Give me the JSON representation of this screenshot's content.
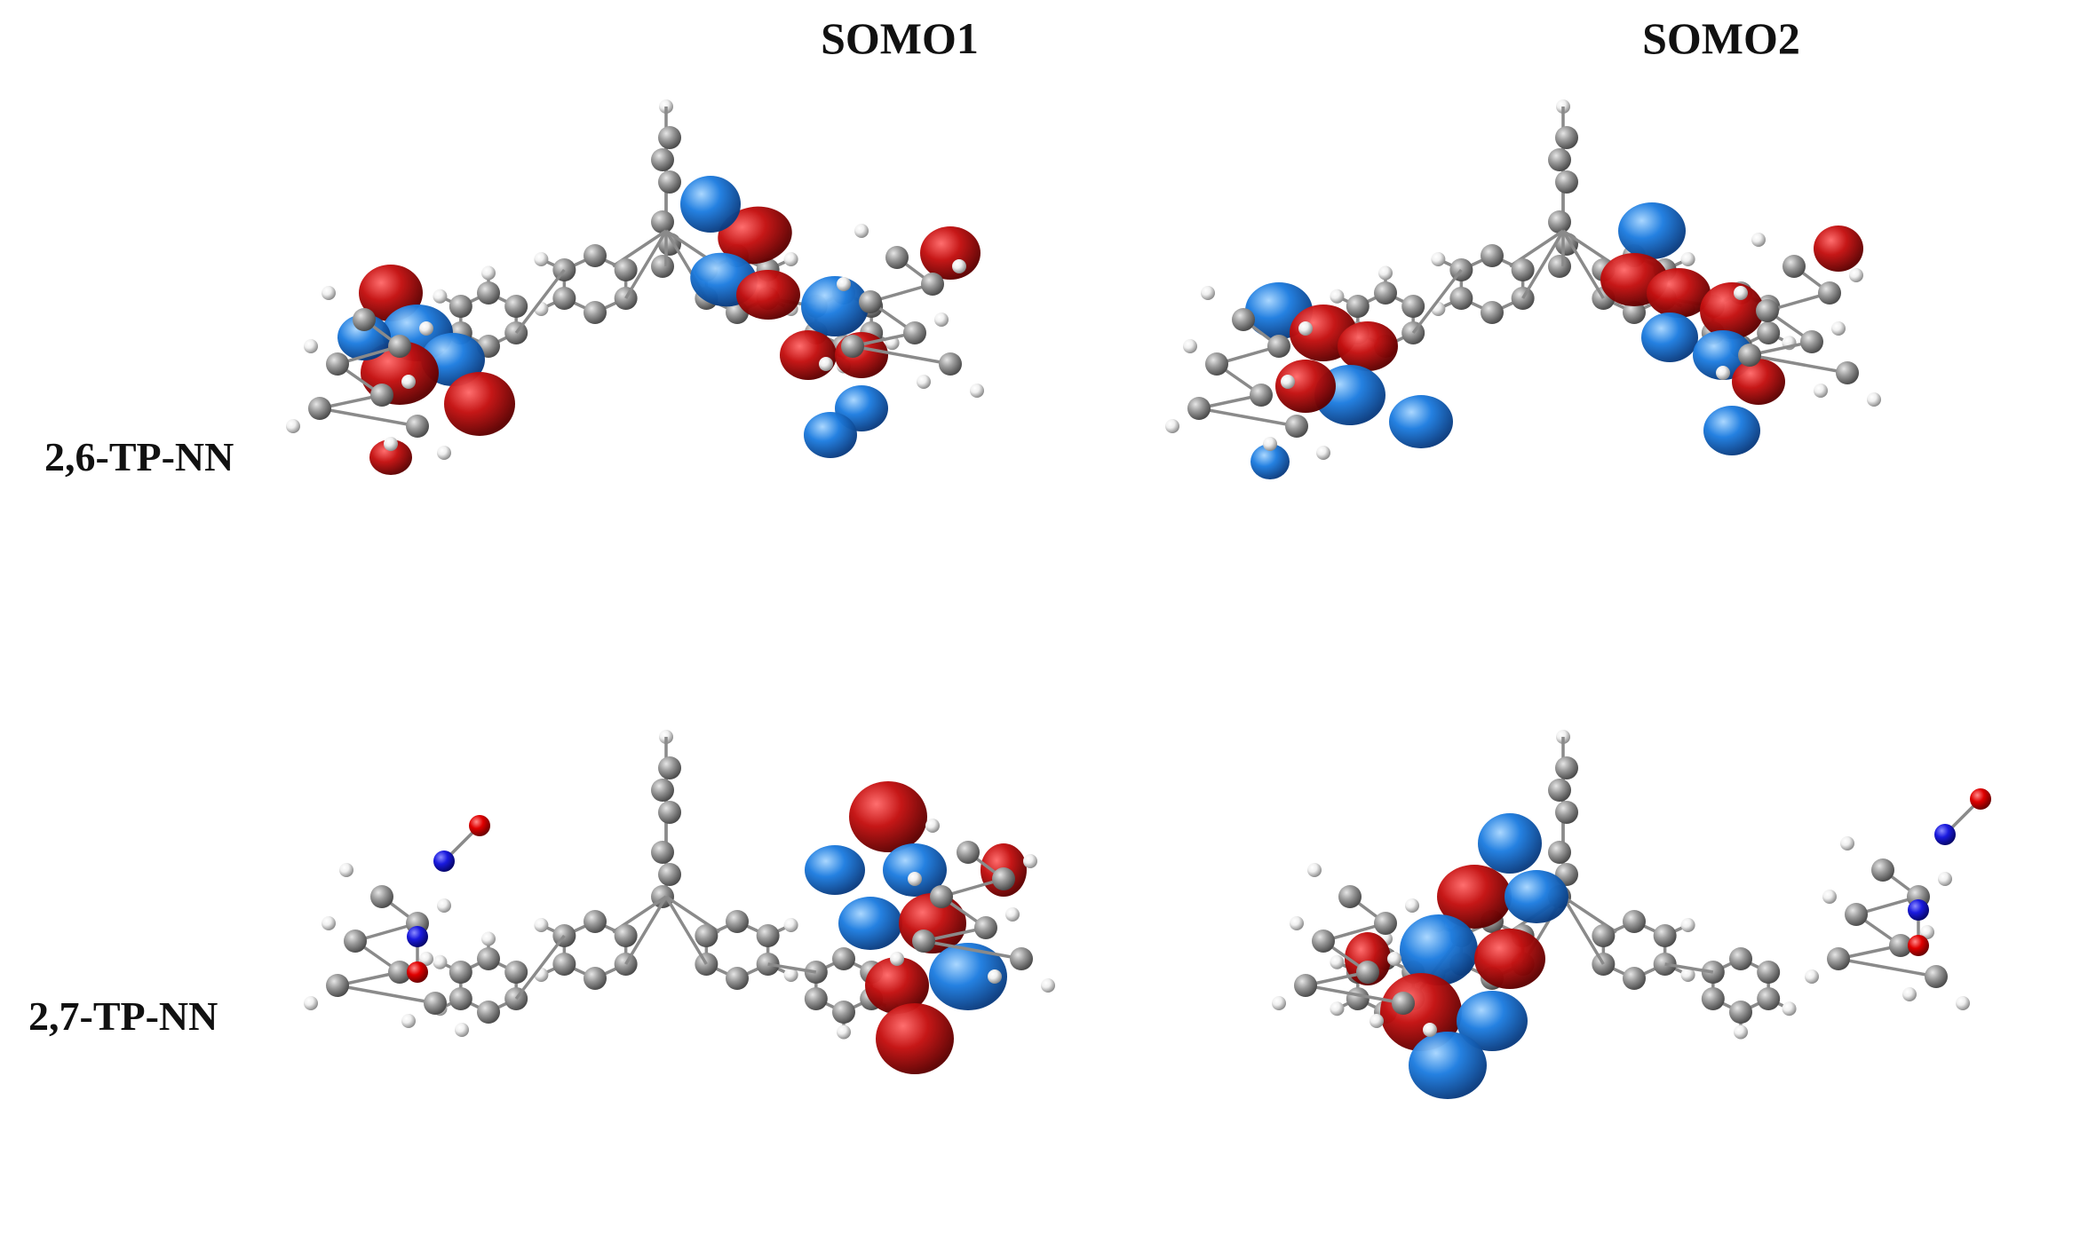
{
  "columns": [
    "SOMO1",
    "SOMO2"
  ],
  "rows": [
    "2,6-TP-NN",
    "2,7-TP-NN"
  ],
  "colors": {
    "lobe_positive": "#c41010",
    "lobe_negative": "#1e7de0",
    "carbon": "#9a9a9a",
    "hydrogen": "#efefef",
    "nitrogen": "#1a1adf",
    "oxygen": "#e00000",
    "bond": "#8a8a8a"
  }
}
